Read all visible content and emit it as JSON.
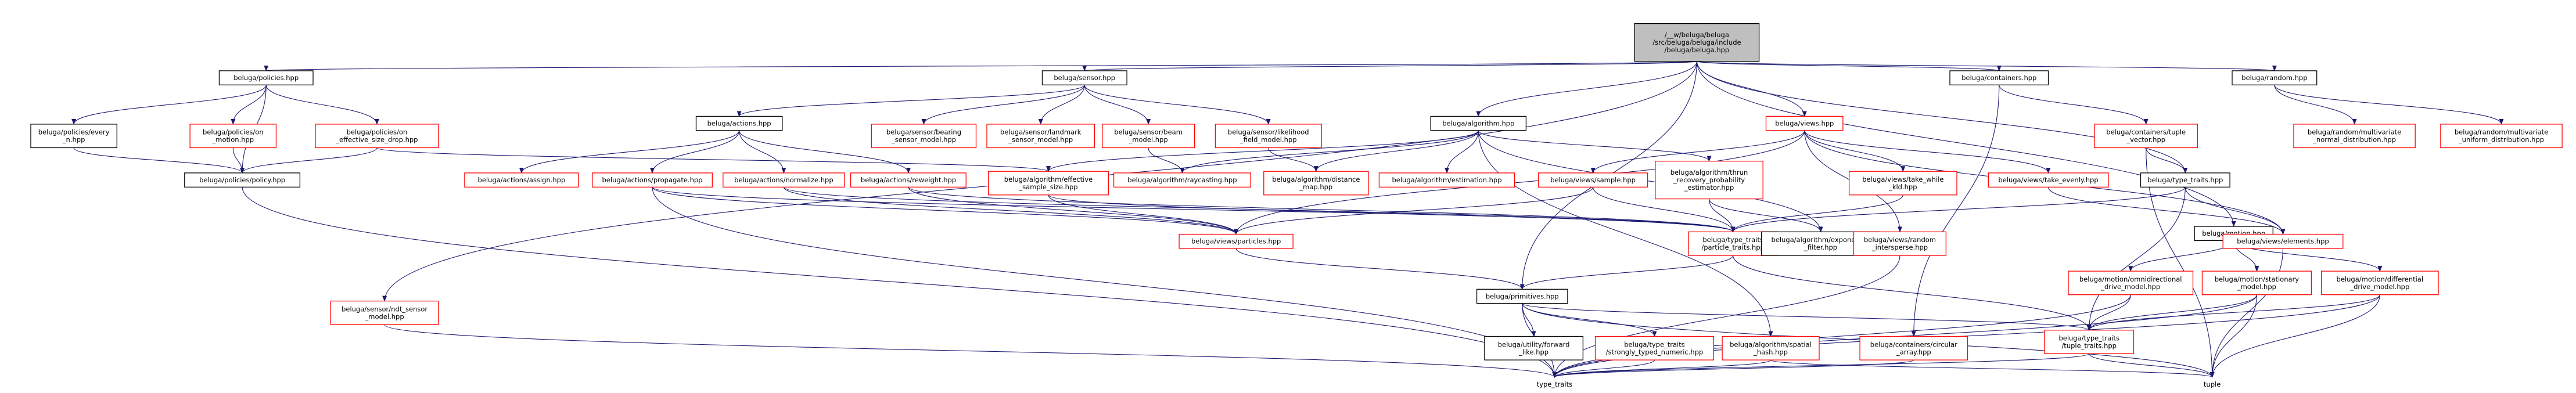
{
  "graph": {
    "root": "n0",
    "nodes": [
      {
        "id": "n0",
        "lines": [
          "/__w/beluga/beluga",
          "/src/beluga/beluga/include",
          "/beluga/beluga.hpp"
        ],
        "kind": "root"
      },
      {
        "id": "n1",
        "lines": [
          "beluga/policies.hpp"
        ],
        "kind": "black"
      },
      {
        "id": "n2",
        "lines": [
          "beluga/sensor.hpp"
        ],
        "kind": "black"
      },
      {
        "id": "n3",
        "lines": [
          "beluga/algorithm.hpp"
        ],
        "kind": "black"
      },
      {
        "id": "n4",
        "lines": [
          "beluga/views.hpp"
        ],
        "kind": "red"
      },
      {
        "id": "n5",
        "lines": [
          "beluga/containers.hpp"
        ],
        "kind": "black"
      },
      {
        "id": "n6",
        "lines": [
          "beluga/random.hpp"
        ],
        "kind": "black"
      },
      {
        "id": "n7",
        "lines": [
          "beluga/policies/every",
          "_n.hpp"
        ],
        "kind": "black"
      },
      {
        "id": "n8",
        "lines": [
          "beluga/policies/on",
          "_motion.hpp"
        ],
        "kind": "red"
      },
      {
        "id": "n9",
        "lines": [
          "beluga/policies/on",
          "_effective_size_drop.hpp"
        ],
        "kind": "red"
      },
      {
        "id": "n10",
        "lines": [
          "beluga/policies/policy.hpp"
        ],
        "kind": "black"
      },
      {
        "id": "n11",
        "lines": [
          "beluga/actions.hpp"
        ],
        "kind": "black"
      },
      {
        "id": "n12",
        "lines": [
          "beluga/sensor/bearing",
          "_sensor_model.hpp"
        ],
        "kind": "red"
      },
      {
        "id": "n13",
        "lines": [
          "beluga/sensor/landmark",
          "_sensor_model.hpp"
        ],
        "kind": "red"
      },
      {
        "id": "n14",
        "lines": [
          "beluga/sensor/beam",
          "_model.hpp"
        ],
        "kind": "red"
      },
      {
        "id": "n15",
        "lines": [
          "beluga/sensor/likelihood",
          "_field_model.hpp"
        ],
        "kind": "red"
      },
      {
        "id": "n16",
        "lines": [
          "beluga/sensor/ndt_sensor",
          "_model.hpp"
        ],
        "kind": "red"
      },
      {
        "id": "n17",
        "lines": [
          "beluga/actions/assign.hpp"
        ],
        "kind": "red"
      },
      {
        "id": "n18",
        "lines": [
          "beluga/actions/propagate.hpp"
        ],
        "kind": "red"
      },
      {
        "id": "n19",
        "lines": [
          "beluga/actions/normalize.hpp"
        ],
        "kind": "red"
      },
      {
        "id": "n20",
        "lines": [
          "beluga/actions/reweight.hpp"
        ],
        "kind": "red"
      },
      {
        "id": "n21",
        "lines": [
          "beluga/algorithm/effective",
          "_sample_size.hpp"
        ],
        "kind": "red"
      },
      {
        "id": "n22",
        "lines": [
          "beluga/algorithm/raycasting.hpp"
        ],
        "kind": "red"
      },
      {
        "id": "n23",
        "lines": [
          "beluga/algorithm/distance",
          "_map.hpp"
        ],
        "kind": "red"
      },
      {
        "id": "n24",
        "lines": [
          "beluga/algorithm/estimation.hpp"
        ],
        "kind": "red"
      },
      {
        "id": "n25",
        "lines": [
          "beluga/views/sample.hpp"
        ],
        "kind": "red"
      },
      {
        "id": "n26",
        "lines": [
          "beluga/algorithm/thrun",
          "_recovery_probability",
          "_estimator.hpp"
        ],
        "kind": "red"
      },
      {
        "id": "n27",
        "lines": [
          "beluga/views/take_while",
          "_kld.hpp"
        ],
        "kind": "red"
      },
      {
        "id": "n28",
        "lines": [
          "beluga/views/take_evenly.hpp"
        ],
        "kind": "red"
      },
      {
        "id": "n29",
        "lines": [
          "beluga/type_traits.hpp"
        ],
        "kind": "black"
      },
      {
        "id": "n30",
        "lines": [
          "beluga/containers/tuple",
          "_vector.hpp"
        ],
        "kind": "red"
      },
      {
        "id": "n31",
        "lines": [
          "beluga/random/multivariate",
          "_normal_distribution.hpp"
        ],
        "kind": "red"
      },
      {
        "id": "n32",
        "lines": [
          "beluga/random/multivariate",
          "_uniform_distribution.hpp"
        ],
        "kind": "red"
      },
      {
        "id": "n33",
        "lines": [
          "beluga/views/particles.hpp"
        ],
        "kind": "red"
      },
      {
        "id": "n34",
        "lines": [
          "beluga/type_traits",
          "/particle_traits.hpp"
        ],
        "kind": "red"
      },
      {
        "id": "n35",
        "lines": [
          "beluga/algorithm/exponential",
          "_filter.hpp"
        ],
        "kind": "black"
      },
      {
        "id": "n36",
        "lines": [
          "beluga/views/random",
          "_intersperse.hpp"
        ],
        "kind": "red"
      },
      {
        "id": "n37",
        "lines": [
          "beluga/motion.hpp"
        ],
        "kind": "black"
      },
      {
        "id": "n38",
        "lines": [
          "beluga/views/elements.hpp"
        ],
        "kind": "red"
      },
      {
        "id": "n39",
        "lines": [
          "beluga/primitives.hpp"
        ],
        "kind": "black"
      },
      {
        "id": "n40",
        "lines": [
          "beluga/motion/omnidirectional",
          "_drive_model.hpp"
        ],
        "kind": "red"
      },
      {
        "id": "n41",
        "lines": [
          "beluga/motion/stationary",
          "_model.hpp"
        ],
        "kind": "red"
      },
      {
        "id": "n42",
        "lines": [
          "beluga/motion/differential",
          "_drive_model.hpp"
        ],
        "kind": "red"
      },
      {
        "id": "n43",
        "lines": [
          "beluga/utility/forward",
          "_like.hpp"
        ],
        "kind": "black"
      },
      {
        "id": "n44",
        "lines": [
          "beluga/type_traits",
          "/strongly_typed_numeric.hpp"
        ],
        "kind": "red"
      },
      {
        "id": "n45",
        "lines": [
          "beluga/algorithm/spatial",
          "_hash.hpp"
        ],
        "kind": "red"
      },
      {
        "id": "n46",
        "lines": [
          "beluga/containers/circular",
          "_array.hpp"
        ],
        "kind": "red"
      },
      {
        "id": "n47",
        "lines": [
          "beluga/type_traits",
          "/tuple_traits.hpp"
        ],
        "kind": "red"
      },
      {
        "id": "n48",
        "lines": [
          "type_traits"
        ],
        "kind": "grey"
      },
      {
        "id": "n49",
        "lines": [
          "tuple"
        ],
        "kind": "grey"
      }
    ],
    "edges": [
      [
        "n0",
        "n1"
      ],
      [
        "n0",
        "n2"
      ],
      [
        "n0",
        "n3"
      ],
      [
        "n0",
        "n4"
      ],
      [
        "n0",
        "n5"
      ],
      [
        "n0",
        "n6"
      ],
      [
        "n0",
        "n37"
      ],
      [
        "n0",
        "n39"
      ],
      [
        "n0",
        "n29"
      ],
      [
        "n0",
        "n16"
      ],
      [
        "n1",
        "n7"
      ],
      [
        "n1",
        "n8"
      ],
      [
        "n1",
        "n9"
      ],
      [
        "n1",
        "n10"
      ],
      [
        "n7",
        "n10"
      ],
      [
        "n8",
        "n10"
      ],
      [
        "n9",
        "n10"
      ],
      [
        "n9",
        "n21"
      ],
      [
        "n10",
        "n48"
      ],
      [
        "n2",
        "n11"
      ],
      [
        "n2",
        "n12"
      ],
      [
        "n2",
        "n13"
      ],
      [
        "n2",
        "n14"
      ],
      [
        "n2",
        "n15"
      ],
      [
        "n11",
        "n17"
      ],
      [
        "n11",
        "n18"
      ],
      [
        "n11",
        "n19"
      ],
      [
        "n11",
        "n20"
      ],
      [
        "n14",
        "n22"
      ],
      [
        "n15",
        "n23"
      ],
      [
        "n16",
        "n48"
      ],
      [
        "n18",
        "n33"
      ],
      [
        "n18",
        "n34"
      ],
      [
        "n18",
        "n48"
      ],
      [
        "n19",
        "n33"
      ],
      [
        "n19",
        "n34"
      ],
      [
        "n20",
        "n33"
      ],
      [
        "n20",
        "n34"
      ],
      [
        "n3",
        "n21"
      ],
      [
        "n3",
        "n22"
      ],
      [
        "n3",
        "n23"
      ],
      [
        "n3",
        "n24"
      ],
      [
        "n3",
        "n26"
      ],
      [
        "n3",
        "n35"
      ],
      [
        "n3",
        "n45"
      ],
      [
        "n21",
        "n33"
      ],
      [
        "n21",
        "n34"
      ],
      [
        "n4",
        "n25"
      ],
      [
        "n4",
        "n27"
      ],
      [
        "n4",
        "n28"
      ],
      [
        "n4",
        "n33"
      ],
      [
        "n4",
        "n36"
      ],
      [
        "n4",
        "n38"
      ],
      [
        "n25",
        "n33"
      ],
      [
        "n25",
        "n34"
      ],
      [
        "n26",
        "n34"
      ],
      [
        "n26",
        "n35"
      ],
      [
        "n27",
        "n34"
      ],
      [
        "n28",
        "n38"
      ],
      [
        "n36",
        "n48"
      ],
      [
        "n33",
        "n39"
      ],
      [
        "n34",
        "n39"
      ],
      [
        "n34",
        "n47"
      ],
      [
        "n5",
        "n30"
      ],
      [
        "n5",
        "n46"
      ],
      [
        "n30",
        "n29"
      ],
      [
        "n30",
        "n49"
      ],
      [
        "n29",
        "n34"
      ],
      [
        "n29",
        "n38"
      ],
      [
        "n29",
        "n47"
      ],
      [
        "n6",
        "n31"
      ],
      [
        "n6",
        "n32"
      ],
      [
        "n37",
        "n40"
      ],
      [
        "n37",
        "n41"
      ],
      [
        "n37",
        "n42"
      ],
      [
        "n40",
        "n47"
      ],
      [
        "n40",
        "n48"
      ],
      [
        "n41",
        "n47"
      ],
      [
        "n41",
        "n48"
      ],
      [
        "n41",
        "n49"
      ],
      [
        "n42",
        "n47"
      ],
      [
        "n42",
        "n48"
      ],
      [
        "n42",
        "n49"
      ],
      [
        "n39",
        "n43"
      ],
      [
        "n39",
        "n44"
      ],
      [
        "n39",
        "n47"
      ],
      [
        "n39",
        "n48"
      ],
      [
        "n39",
        "n49"
      ],
      [
        "n44",
        "n48"
      ],
      [
        "n45",
        "n48"
      ],
      [
        "n45",
        "n49"
      ],
      [
        "n46",
        "n48"
      ],
      [
        "n47",
        "n48"
      ],
      [
        "n47",
        "n49"
      ],
      [
        "n38",
        "n49"
      ]
    ]
  }
}
